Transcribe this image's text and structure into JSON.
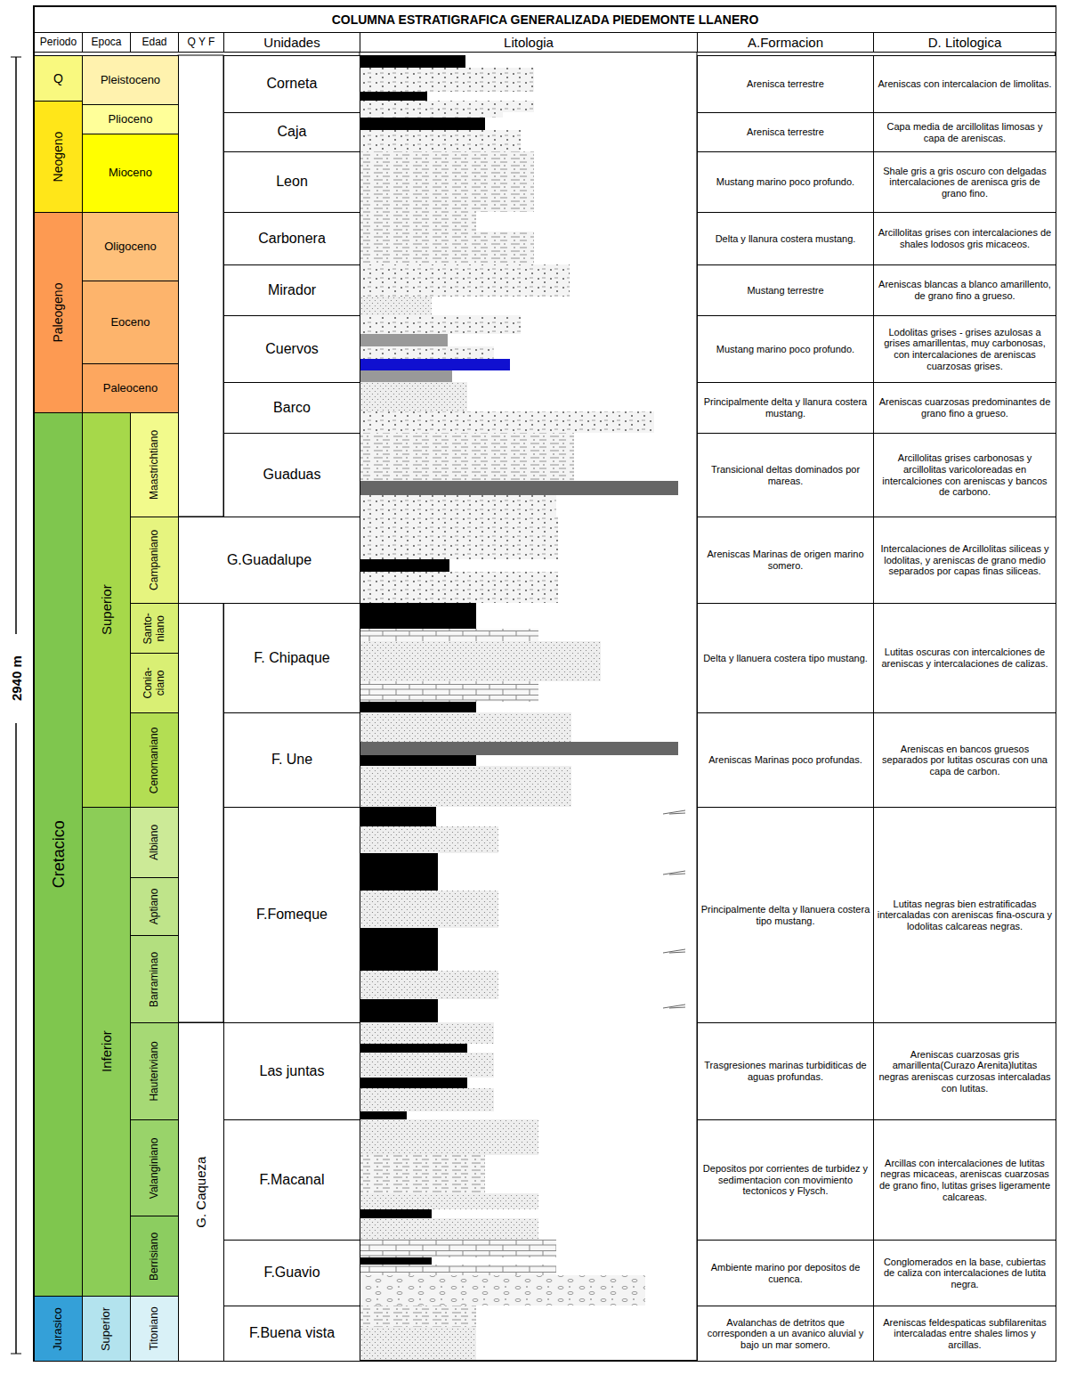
{
  "diagram": {
    "title": "COLUMNA ESTRATIGRAFICA GENERALIZADA PIEDEMONTE LLANERO",
    "nodes": [
      {
        "text": [
          "COLUMNA ESTRATIGRAFICA GENERALIZADA PIEDEMONTE LLANERO"
        ]
      },
      {
        "text": [
          "Periodo"
        ]
      },
      {
        "text": [
          "Epoca"
        ]
      },
      {
        "text": [
          "Edad"
        ]
      },
      {
        "text": [
          "Q Y F"
        ]
      },
      {
        "text": [
          "Unidades"
        ]
      },
      {
        "text": [
          "Litologia"
        ]
      },
      {
        "text": [
          "A.Formacion"
        ]
      },
      {
        "text": [
          "D. Litologica"
        ]
      },
      {
        "text": [
          "Q"
        ]
      },
      {
        "text": [
          "Neogeno"
        ]
      },
      {
        "text": [
          "Paleogeno"
        ]
      },
      {
        "text": [
          "Cretacico"
        ]
      },
      {
        "text": [
          "Jurasico"
        ]
      },
      {
        "text": [
          "Pleistoceno"
        ]
      },
      {
        "text": [
          "Plioceno"
        ]
      },
      {
        "text": [
          "Mioceno"
        ]
      },
      {
        "text": [
          "Oligoceno"
        ]
      },
      {
        "text": [
          "Eoceno"
        ]
      },
      {
        "text": [
          "Paleoceno"
        ]
      },
      {
        "text": [
          "Superior"
        ]
      },
      {
        "text": [
          "Inferior"
        ]
      },
      {
        "text": [
          "Superior"
        ]
      },
      {
        "text": [
          "Maastrichtiano"
        ]
      },
      {
        "text": [
          "Campaniano"
        ]
      },
      {
        "text": [
          "Santo- niano"
        ]
      },
      {
        "text": [
          "Conia- ciano"
        ]
      },
      {
        "text": [
          "Cenomaniano"
        ]
      },
      {
        "text": [
          "Albiano"
        ]
      },
      {
        "text": [
          "Aptiano"
        ]
      },
      {
        "text": [
          "Barraminao"
        ]
      },
      {
        "text": [
          "Hauteriviano"
        ]
      },
      {
        "text": [
          "Valanginiano"
        ]
      },
      {
        "text": [
          "Berrisiano"
        ]
      },
      {
        "text": [
          "Titoniano"
        ]
      },
      {
        "text": [
          "G. Caqueza"
        ]
      },
      {
        "text": [
          "Corneta"
        ]
      },
      {
        "text": [
          "Arenisca terrestre"
        ]
      },
      {
        "text": [
          "Areniscas con intercalacion de limolitas."
        ]
      },
      {
        "text": [
          "Caja"
        ]
      },
      {
        "text": [
          "Arenisca terrestre"
        ]
      },
      {
        "text": [
          "Capa media de arcillolitas limosas y capa de areniscas."
        ]
      },
      {
        "text": [
          "Leon"
        ]
      },
      {
        "text": [
          "Mustang marino poco profundo."
        ]
      },
      {
        "text": [
          "Shale gris a gris oscuro con delgadas intercalaciones de arenisca gris de grano fino."
        ]
      },
      {
        "text": [
          "Carbonera"
        ]
      },
      {
        "text": [
          "Delta y llanura costera mustang."
        ]
      },
      {
        "text": [
          "Arcillolitas grises con intercalaciones de shales lodosos gris micaceos."
        ]
      },
      {
        "text": [
          "Mirador"
        ]
      },
      {
        "text": [
          "Mustang terrestre"
        ]
      },
      {
        "text": [
          "Areniscas blancas a blanco amarillento, de grano fino a grueso."
        ]
      },
      {
        "text": [
          "Cuervos"
        ]
      },
      {
        "text": [
          "Mustang marino poco profundo."
        ]
      },
      {
        "text": [
          "Lodolitas grises - grises azulosas a grises amarillentas, muy carbonosas, con intercalaciones de areniscas cuarzosas grises."
        ]
      },
      {
        "text": [
          "Barco"
        ]
      },
      {
        "text": [
          "Principalmente delta y llanura costera mustang."
        ]
      },
      {
        "text": [
          "Areniscas cuarzosas predominantes de grano fino a grueso."
        ]
      },
      {
        "text": [
          "Guaduas"
        ]
      },
      {
        "text": [
          "Transicional deltas dominados por mareas."
        ]
      },
      {
        "text": [
          "Arcillolitas grises carbonosas y arcillolitas varicoloreadas en intercalciones con areniscas y bancos de carbono."
        ]
      },
      {
        "text": [
          "G.Guadalupe"
        ]
      },
      {
        "text": [
          "Areniscas Marinas de origen marino somero."
        ]
      },
      {
        "text": [
          "Intercalaciones de Arcillolitas siliceas y lodolitas, y areniscas de grano medio separados por capas finas siliceas."
        ]
      },
      {
        "text": [
          "F. Chipaque"
        ]
      },
      {
        "text": [
          "Delta y llanuera costera tipo mustang."
        ]
      },
      {
        "text": [
          "Lutitas oscuras con intercalciones de areniscas y intercalaciones de calizas."
        ]
      },
      {
        "text": [
          "F. Une"
        ]
      },
      {
        "text": [
          "Areniscas Marinas poco profundas."
        ]
      },
      {
        "text": [
          "Areniscas en bancos gruesos separados por lutitas oscuras con una capa de carbon."
        ]
      },
      {
        "text": [
          "F.Fomeque"
        ]
      },
      {
        "text": [
          "Principalmente delta y llanuera costera tipo mustang."
        ]
      },
      {
        "text": [
          "Lutitas negras bien estratificadas intercaladas con areniscas fina-oscura y lodolitas calcareas negras."
        ]
      },
      {
        "text": [
          "Las juntas"
        ]
      },
      {
        "text": [
          "Trasgresiones marinas turbiditicas de aguas profundas."
        ]
      },
      {
        "text": [
          "Areniscas cuarzosas gris amarillenta(Curazo Arenita)lutitas negras areniscas curzosas intercaladas con lutitas."
        ]
      },
      {
        "text": [
          "F.Macanal"
        ]
      },
      {
        "text": [
          "Depositos por corrientes de turbidez y sedimentacion con movimiento tectonicos y Flysch."
        ]
      },
      {
        "text": [
          "Arcillas con intercalaciones de lutitas negras micaceas, areniscas cuarzosas de grano fino, lutitas grises ligeramente calcareas."
        ]
      },
      {
        "text": [
          "F.Guavio"
        ]
      },
      {
        "text": [
          "Ambiente marino por depositos de cuenca."
        ]
      },
      {
        "text": [
          "Conglomerados en la base, cubiertas de caliza con intercalaciones de lutita negra."
        ]
      },
      {
        "text": [
          "F.Buena vista"
        ]
      },
      {
        "text": [
          "Avalanchas de detritos que corresponden a un avanico aluvial y bajo un mar somero."
        ]
      },
      {
        "text": [
          "Areniscas feldespaticas subfilarenitas intercaladas entre shales limos y arcillas."
        ]
      }
    ],
    "labels": [
      "2940 m"
    ]
  }
}
